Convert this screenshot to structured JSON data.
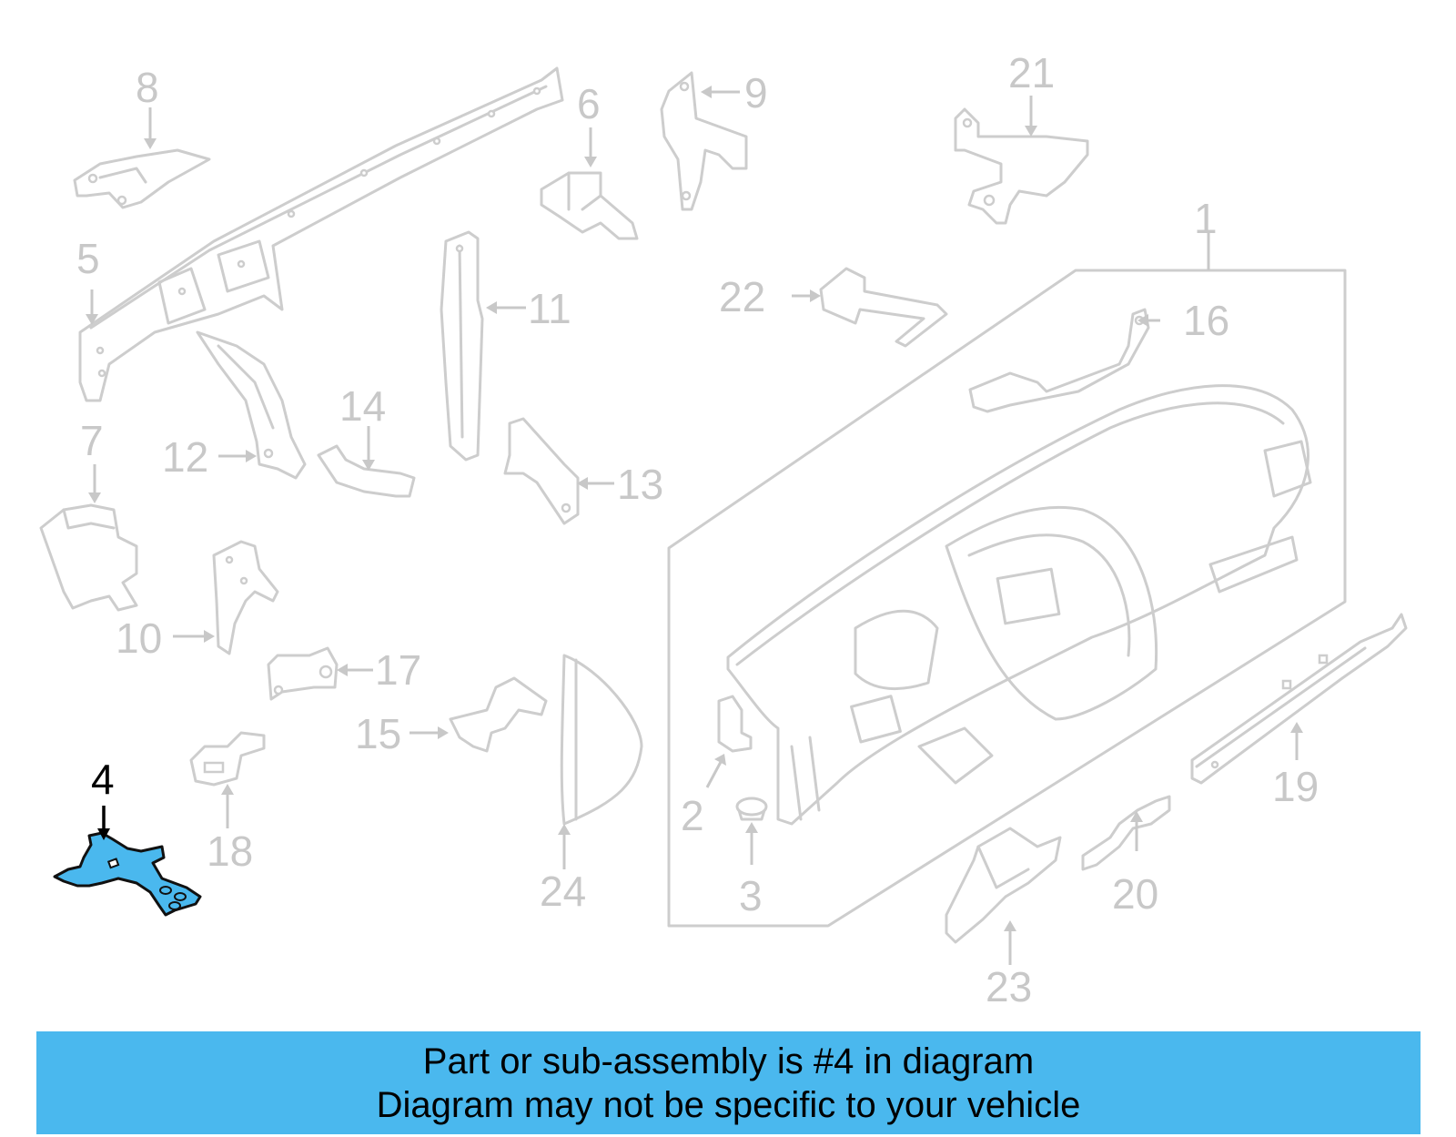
{
  "callouts": {
    "n1": "1",
    "n2": "2",
    "n3": "3",
    "n4": "4",
    "n5": "5",
    "n6": "6",
    "n7": "7",
    "n8": "8",
    "n9": "9",
    "n10": "10",
    "n11": "11",
    "n12": "12",
    "n13": "13",
    "n14": "14",
    "n15": "15",
    "n16": "16",
    "n17": "17",
    "n18": "18",
    "n19": "19",
    "n20": "20",
    "n21": "21",
    "n22": "22",
    "n23": "23",
    "n24": "24"
  },
  "highlighted_part": "4",
  "colors": {
    "highlight": "#4ab8ee",
    "parts": "#cdcdcd",
    "banner": "#4ab8ee"
  },
  "banner": {
    "line1": "Part or sub-assembly is #4 in diagram",
    "line2": "Diagram may not be specific to your vehicle"
  }
}
